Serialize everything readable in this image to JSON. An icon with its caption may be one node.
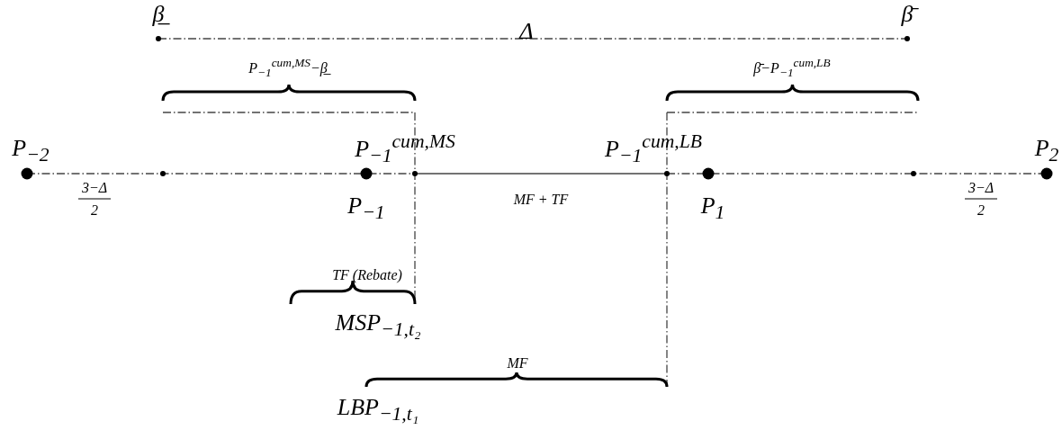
{
  "diagram": {
    "labels": [
      "β̲",
      "Δ",
      "β̄",
      "P$_{−1}$$^{cum,MS}$−β̲",
      "β̄−P$_{−1}$$^{cum,LB}$",
      "P$_{−2}$",
      "P$_{−1}$$^{cum,MS}$",
      "P$_{−1}$$^{cum,LB}$",
      "P$_{2}$",
      "3−Δ",
      "2",
      "P$_{−1}$",
      "MF + TF",
      "P$_{1}$",
      "3−Δ",
      "2",
      "TF (Rebate)",
      "MSP$_{−1,t₂}$",
      "MF",
      "LBP$_{−1,t₁}$"
    ]
  }
}
